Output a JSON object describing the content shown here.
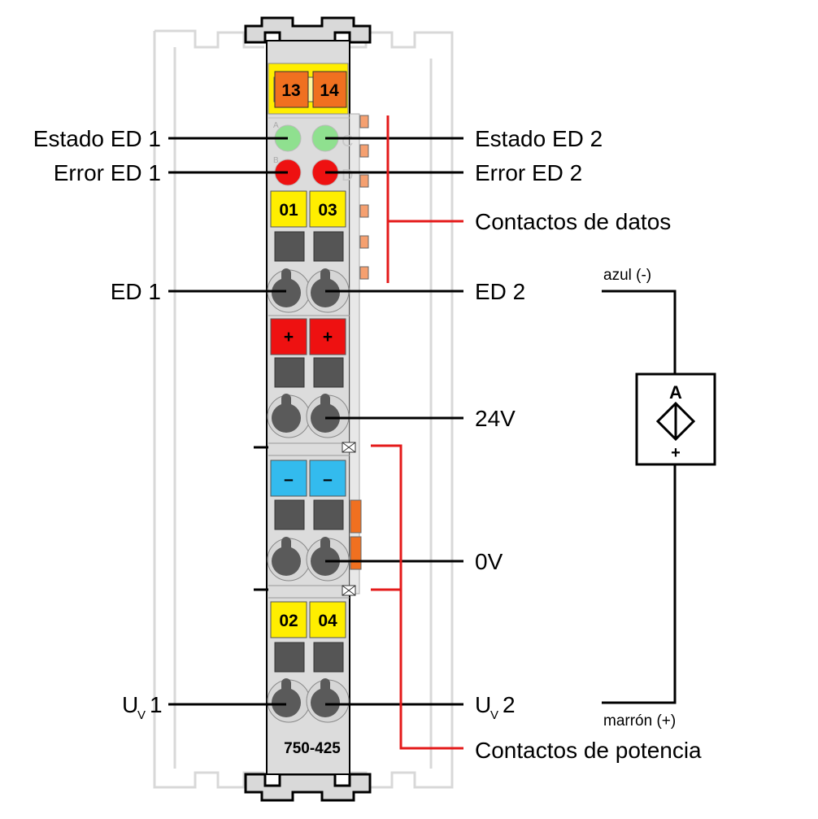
{
  "module": {
    "model": "750-425",
    "top_terminals": [
      "13",
      "14"
    ],
    "led_letters": [
      "A",
      "B",
      "C",
      "D"
    ],
    "rows": [
      {
        "left": "01",
        "right": "03"
      },
      {
        "left": "+",
        "right": "+"
      },
      {
        "left": "–",
        "right": "–"
      },
      {
        "left": "02",
        "right": "04"
      }
    ]
  },
  "labels": {
    "status_di1": "Estado ED 1",
    "error_di1": "Error ED 1",
    "status_di2": "Estado ED 2",
    "error_di2": "Error ED 2",
    "data_contacts": "Contactos de datos",
    "di1": "ED 1",
    "di2": "ED 2",
    "v24": "24V",
    "v0": "0V",
    "uv1_main": "U",
    "uv1_sub": "V",
    "uv1_num": "1",
    "uv2_main": "U",
    "uv2_sub": "V",
    "uv2_num": "2",
    "power_contacts": "Contactos de potencia"
  },
  "sensor": {
    "wire_top": "azul (-)",
    "wire_bottom": "marrón (+)",
    "symbol_letter": "A",
    "symbol_sign": "+"
  },
  "colors": {
    "led_green": "#8fe08f",
    "led_red": "#ee1111",
    "terminal_yellow": "#ffee00",
    "terminal_red": "#ee1111",
    "terminal_blue": "#33bbee",
    "terminal_orange": "#f07020",
    "bracket_red": "#e41a1a",
    "housing_grey": "#dcdcdc",
    "contact_orange": "#f5a070"
  }
}
